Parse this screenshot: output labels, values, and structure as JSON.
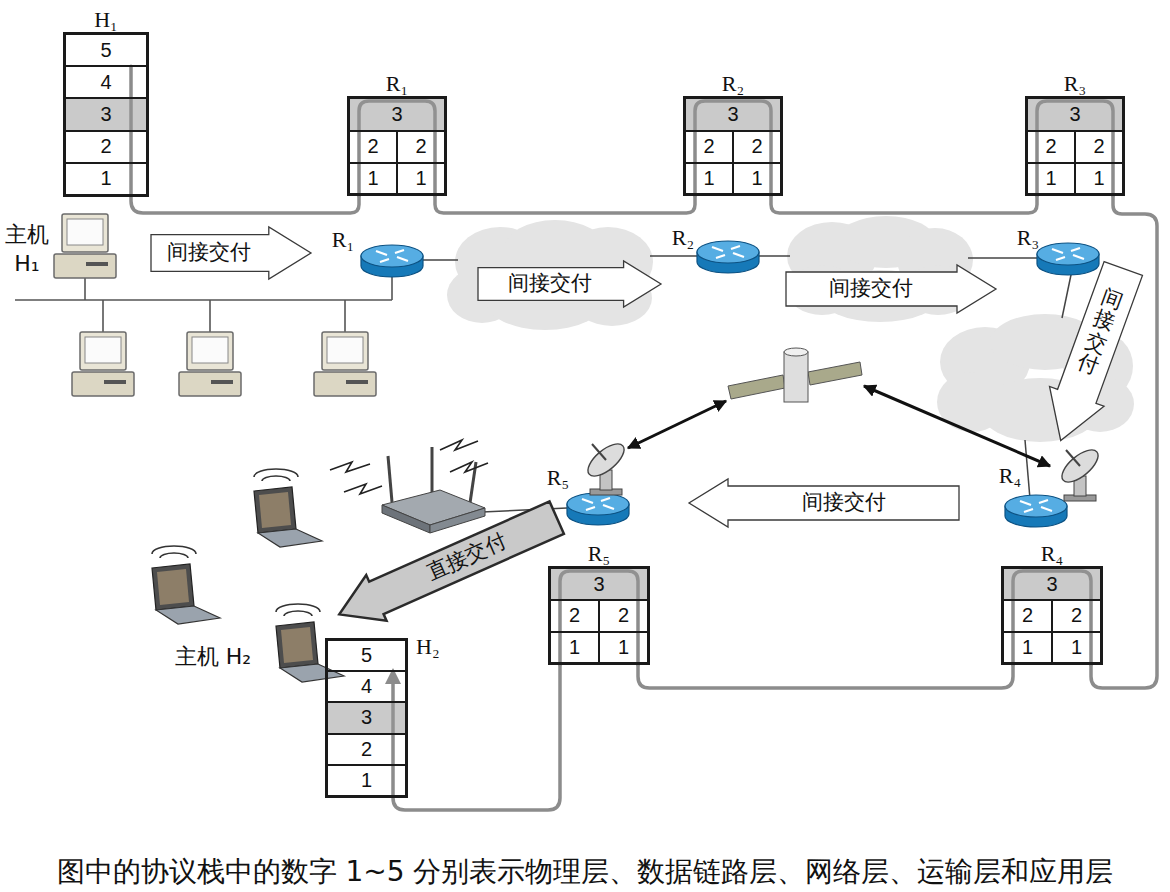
{
  "diagram": {
    "caption": "图中的协议栈中的数字 1~5 分别表示物理层、数据链路层、网络层、运输层和应用层",
    "nodes": [
      {
        "text": [
          "H₁"
        ]
      },
      {
        "text": [
          "5"
        ],
        "in": 0
      },
      {
        "text": [
          "4"
        ],
        "in": 0
      },
      {
        "text": [
          "3"
        ],
        "in": 0
      },
      {
        "text": [
          "2"
        ],
        "in": 0
      },
      {
        "text": [
          "1"
        ],
        "in": 0
      },
      {
        "text": [
          "R₁"
        ]
      },
      {
        "text": [
          "3"
        ],
        "in": 6
      },
      {
        "text": [
          "2"
        ],
        "in": 6
      },
      {
        "text": [
          "2"
        ],
        "in": 6
      },
      {
        "text": [
          "1"
        ],
        "in": 6
      },
      {
        "text": [
          "1"
        ],
        "in": 6
      },
      {
        "text": [
          "R₂"
        ]
      },
      {
        "text": [
          "3"
        ],
        "in": 12
      },
      {
        "text": [
          "2"
        ],
        "in": 12
      },
      {
        "text": [
          "2"
        ],
        "in": 12
      },
      {
        "text": [
          "1"
        ],
        "in": 12
      },
      {
        "text": [
          "1"
        ],
        "in": 12
      },
      {
        "text": [
          "R₃"
        ]
      },
      {
        "text": [
          "3"
        ],
        "in": 18
      },
      {
        "text": [
          "2"
        ],
        "in": 18
      },
      {
        "text": [
          "2"
        ],
        "in": 18
      },
      {
        "text": [
          "1"
        ],
        "in": 18
      },
      {
        "text": [
          "1"
        ],
        "in": 18
      },
      {
        "text": [
          "间接交付"
        ]
      },
      {
        "text": [
          "间接交付"
        ]
      },
      {
        "text": [
          "间接交付"
        ]
      },
      {
        "text": [
          "间接交付"
        ]
      },
      {
        "text": [
          "间接交付"
        ]
      },
      {
        "text": [
          "直接交付"
        ]
      },
      {
        "text": [
          "R₅"
        ]
      },
      {
        "text": [
          "3"
        ],
        "in": 30
      },
      {
        "text": [
          "2"
        ],
        "in": 30
      },
      {
        "text": [
          "2"
        ],
        "in": 30
      },
      {
        "text": [
          "1"
        ],
        "in": 30
      },
      {
        "text": [
          "1"
        ],
        "in": 30
      },
      {
        "text": [
          "R₄"
        ]
      },
      {
        "text": [
          "3"
        ],
        "in": 36
      },
      {
        "text": [
          "2"
        ],
        "in": 36
      },
      {
        "text": [
          "2"
        ],
        "in": 36
      },
      {
        "text": [
          "1"
        ],
        "in": 36
      },
      {
        "text": [
          "1"
        ],
        "in": 36
      },
      {
        "text": [
          "H₂"
        ]
      },
      {
        "text": [
          "5"
        ],
        "in": 42
      },
      {
        "text": [
          "4"
        ],
        "in": 42
      },
      {
        "text": [
          "3"
        ],
        "in": 42
      },
      {
        "text": [
          "2"
        ],
        "in": 42
      },
      {
        "text": [
          "1"
        ],
        "in": 42
      }
    ],
    "edges": [
      {
        "from": 1,
        "to": 6,
        "arrow": "none"
      },
      {
        "from": 6,
        "to": 12,
        "arrow": "none"
      },
      {
        "from": 12,
        "to": 18,
        "arrow": "none"
      },
      {
        "from": 18,
        "to": 36,
        "arrow": "none"
      },
      {
        "from": 36,
        "to": 30,
        "arrow": "none"
      },
      {
        "from": 30,
        "to": 43,
        "arrow": "to"
      }
    ],
    "labels": [
      "主机 H₁",
      "R₁",
      "R₂",
      "R₃",
      "R₄",
      "R₅",
      "主机 H₂"
    ]
  }
}
